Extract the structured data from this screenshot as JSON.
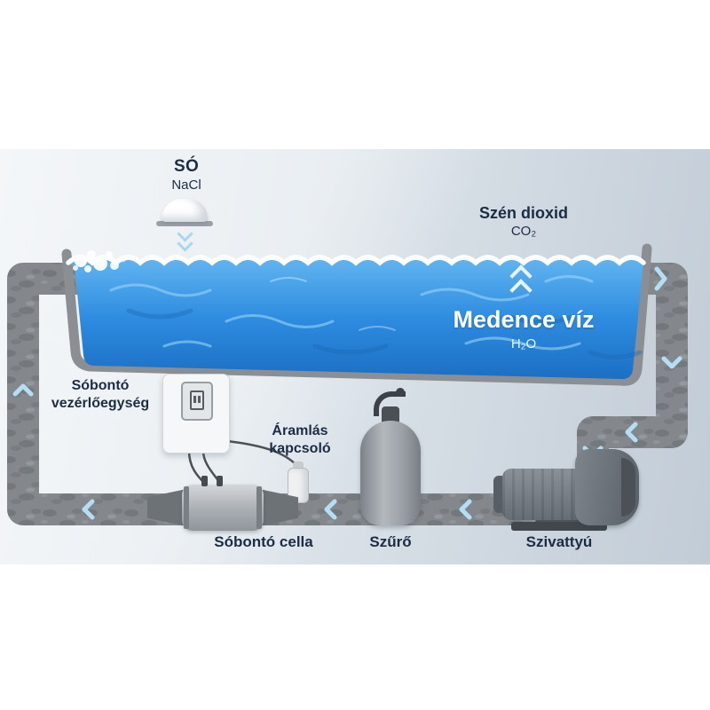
{
  "labels": {
    "salt": {
      "title": "SÓ",
      "formula": "NaCl"
    },
    "co2": {
      "title": "Szén dioxid",
      "formula": "CO₂"
    },
    "pool": {
      "title": "Medence víz",
      "formula": "H₂O"
    },
    "control_unit": {
      "line1": "Sóbontó",
      "line2": "vezérlőegység"
    },
    "flow_switch": {
      "line1": "Áramlás",
      "line2": "kapcsoló"
    },
    "salt_cell": "Sóbontó cella",
    "filter": "Szűrő",
    "pump": "Szivattyú"
  },
  "colors": {
    "water": "#2e8ce0",
    "pipe": "#84888d",
    "text": "#1b2c44",
    "chevron": "#b5def4",
    "band": "#d9e1e8"
  }
}
